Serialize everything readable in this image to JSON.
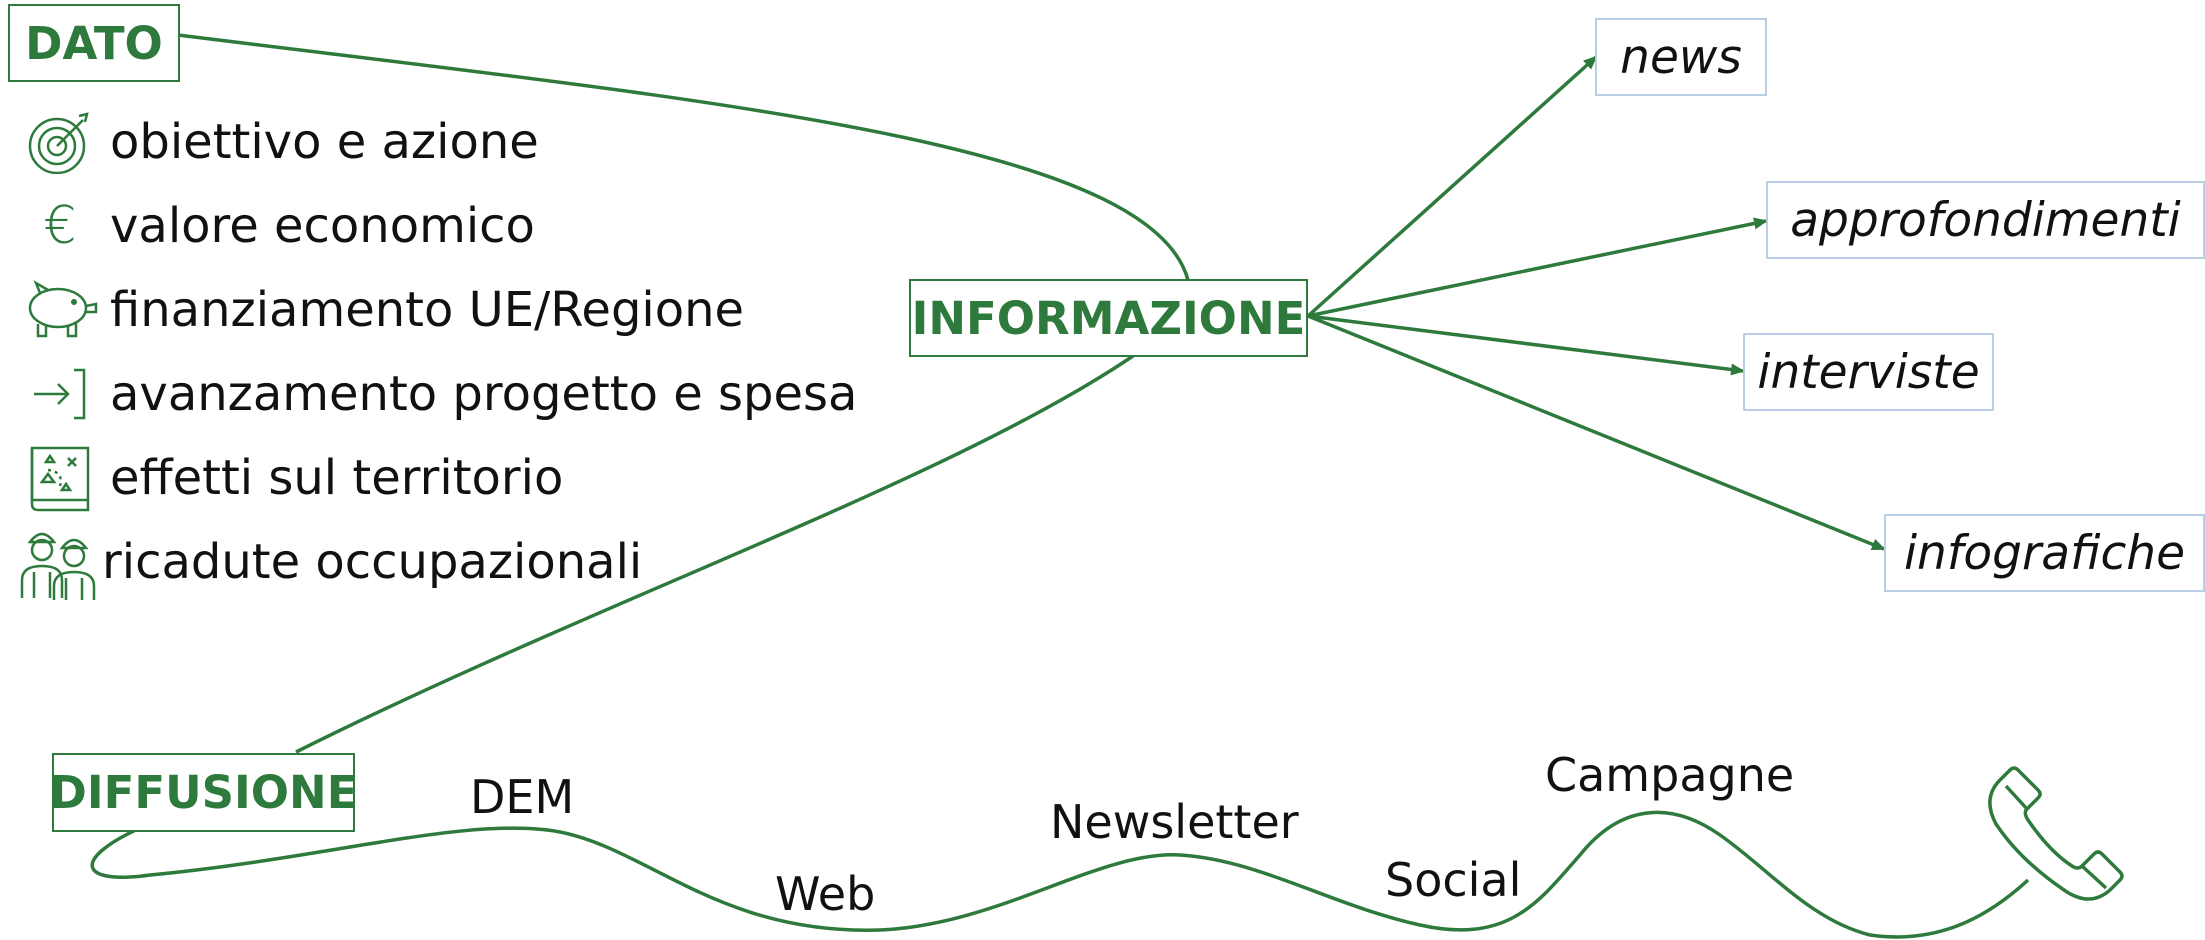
{
  "colors": {
    "accent": "#2e7a3c",
    "item_border": "#b9cde4",
    "text": "#111111"
  },
  "nodes": {
    "dato": "DATO",
    "informazione": "INFORMAZIONE",
    "diffusione": "DIFFUSIONE"
  },
  "legend": [
    {
      "icon": "target-icon",
      "label": "obiettivo e azione"
    },
    {
      "icon": "euro-icon",
      "label": "valore economico"
    },
    {
      "icon": "piggy-bank-icon",
      "label": "finanziamento UE/Regione"
    },
    {
      "icon": "arrow-right-icon",
      "label": "avanzamento progetto e spesa"
    },
    {
      "icon": "map-icon",
      "label": "effetti sul territorio"
    },
    {
      "icon": "workers-icon",
      "label": "ricadute occupazionali"
    }
  ],
  "outputs": [
    "news",
    "approfondimenti",
    "interviste",
    "infografiche"
  ],
  "channels": [
    "DEM",
    "Web",
    "Newsletter",
    "Social",
    "Campagne"
  ],
  "end_icon": "phone-icon"
}
